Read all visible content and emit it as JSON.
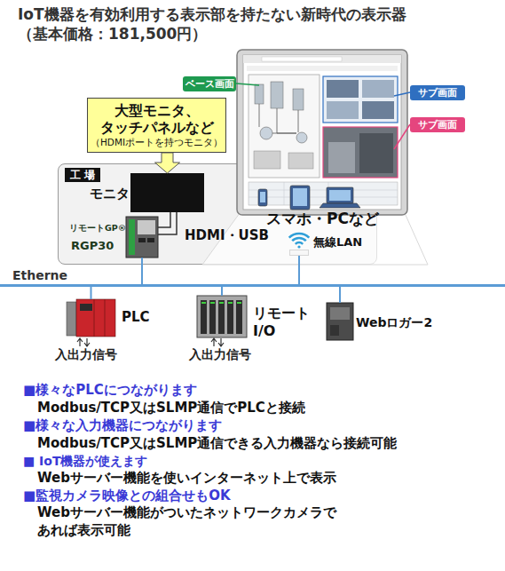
{
  "diagram": {
    "title": "IoT機器を有効利用する表示部を持たない新時代の表示器 （基本価格：181,500円）",
    "nodes": [
      {
        "text": [
          "ベース画面"
        ]
      },
      {
        "text": [
          "サブ画面"
        ]
      },
      {
        "text": [
          "サブ画面"
        ]
      },
      {
        "text": [
          "大型モニタ、 タッチパネルなど",
          "（HDMIポートを持つモニタ）"
        ]
      },
      {
        "text": [
          "工 場"
        ]
      },
      {
        "text": [
          "モニタ"
        ],
        "in": 4
      },
      {
        "text": [
          "リモートGP®",
          "RGP30"
        ],
        "in": 4
      },
      {
        "text": [
          "無線LAN"
        ],
        "in": 4
      },
      {
        "text": [
          "Etherne"
        ]
      },
      {
        "text": [
          "PLC"
        ]
      },
      {
        "text": [
          "リモート I/O"
        ]
      },
      {
        "text": [
          "Webロガー2"
        ]
      }
    ],
    "edges": [
      {
        "from": 3,
        "to": 5,
        "arrow": "to"
      },
      {
        "from": 6,
        "to": 5,
        "label": "HDMI・USB",
        "arrow": "none"
      },
      {
        "from": 8,
        "to": 6,
        "arrow": "none"
      },
      {
        "from": 8,
        "to": 7,
        "arrow": "none"
      },
      {
        "from": 8,
        "to": 9,
        "arrow": "none"
      },
      {
        "from": 8,
        "to": 10,
        "arrow": "none"
      },
      {
        "from": 8,
        "to": 11,
        "arrow": "none"
      }
    ],
    "labels": [
      "スマホ・PCなど",
      "入出力信号",
      "入出力信号",
      "■様々なPLCにつながります",
      "Modbus/TCP又はSLMP通信でPLCと接続",
      "■様々な入力機器につながります",
      "Modbus/TCP又はSLMP通信できる入力機器なら接続可能",
      "■ IoT機器が使えます",
      "Webサーバー機能を使いインターネット上で表示",
      "■監視カメラ映像との組合せもOK",
      "Webサーバー機能がついたネットワークカメラで あれば表示可能"
    ]
  }
}
